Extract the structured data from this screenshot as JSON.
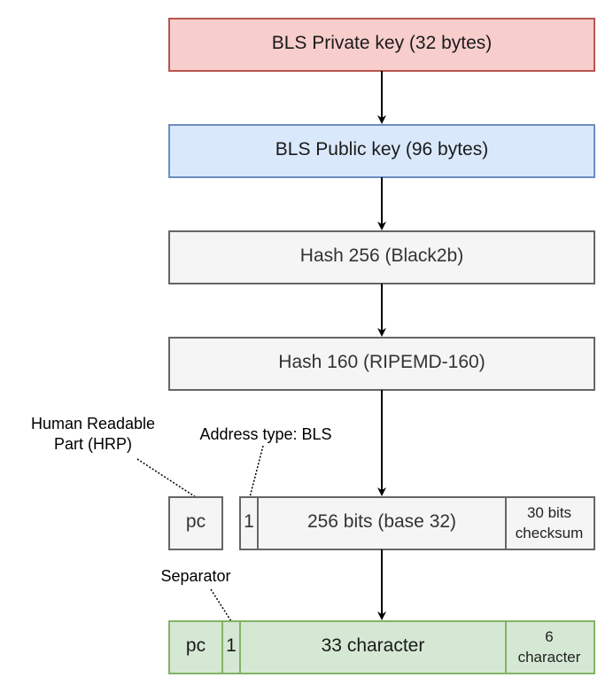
{
  "colors": {
    "private_fill": "#f8cecc",
    "private_stroke": "#b85450",
    "public_fill": "#dae8fc",
    "public_stroke": "#6c8ebf",
    "grey_fill": "#f5f5f5",
    "grey_stroke": "#666666",
    "green_fill": "#d5e8d4",
    "green_stroke": "#82b366"
  },
  "boxes": {
    "private_key": "BLS Private key (32 bytes)",
    "public_key": "BLS Public key (96 bytes)",
    "hash256": "Hash 256 (Black2b)",
    "hash160": "Hash 160 (RIPEMD-160)"
  },
  "raw_address": {
    "hrp": "pc",
    "type": "1",
    "bits": "256 bits (base 32)",
    "checksum_line1": "30 bits",
    "checksum_line2": "checksum"
  },
  "encoded_address": {
    "hrp": "pc",
    "separator": "1",
    "body": "33 character",
    "checksum_line1": "6",
    "checksum_line2": "character"
  },
  "notes": {
    "hrp_line1": "Human Readable",
    "hrp_line2": "Part (HRP)",
    "address_type": "Address type: BLS",
    "separator": "Separator"
  }
}
